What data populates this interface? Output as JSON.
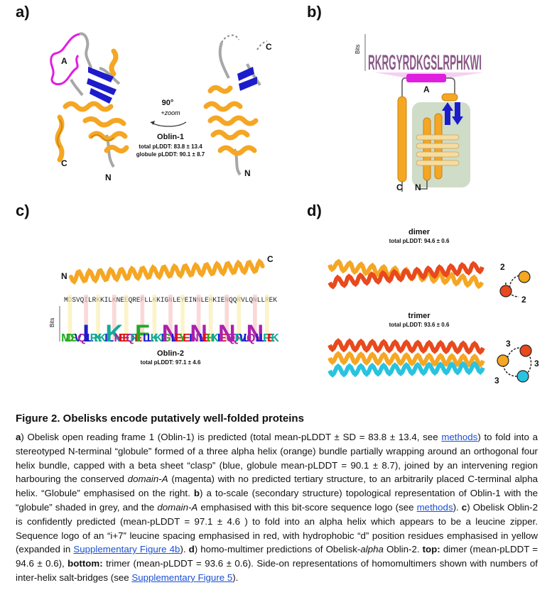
{
  "panels": {
    "a": {
      "letter": "a)",
      "protein_name": "Oblin-1",
      "total_plddt": "total pLDDT: 83.8 ± 13.4",
      "globule_plddt": "globule pLDDT: 90.1 ± 8.7",
      "rotation": "90°",
      "zoom": "+zoom",
      "label_A": "A",
      "label_C_left": "C",
      "label_N_left": "N",
      "label_C_right": "C",
      "label_N_right": "N"
    },
    "b": {
      "letter": "b)",
      "logo_text": "RKRGYRDKGSLRPHKWI",
      "bits_label": "Bits",
      "label_A": "A",
      "label_C": "C",
      "label_N": "N"
    },
    "c": {
      "letter": "c)",
      "protein_name": "Oblin-2",
      "total_plddt": "total pLDDT: 97.1 ± 4.6",
      "sequence": "MDSVQILRKKILKNEEQREFLLKKIGNLEYEINNLEHKIENQQRVLQNLLREK",
      "label_N": "N",
      "label_C": "C",
      "bits_label": "Bits"
    },
    "d": {
      "letter": "d)",
      "dimer_title": "dimer",
      "dimer_plddt": "total pLDDT: 94.6 ± 0.6",
      "dimer_bridges": [
        "2",
        "2"
      ],
      "trimer_title": "trimer",
      "trimer_plddt": "total pLDDT: 93.6 ± 0.6",
      "trimer_bridges": [
        "3",
        "3",
        "3"
      ]
    }
  },
  "colors": {
    "helix_orange": "#f5a623",
    "beta_blue": "#1c1ccc",
    "domain_magenta": "#e01ee0",
    "chain_red": "#e8491d",
    "chain_cyan": "#29c3e0",
    "globule_shade": "#cfdcc8",
    "link_blue": "#1a4fd6"
  },
  "caption": {
    "title": "Figure 2. Obelisks encode putatively well-folded proteins",
    "p1": ") Obelisk open reading frame 1 (Oblin-1) is predicted (total mean-pLDDT ± SD = 83.8 ± 13.4, see ",
    "link_methods": "methods",
    "p2": ") to fold into a stereotyped N-terminal “globule” formed of a three alpha helix (orange) bundle partially wrapping around an orthogonal four helix bundle, capped with a beta sheet “clasp” (blue, globule mean-pLDDT = 90.1 ± 8.7), joined by an intervening region harbouring the conserved ",
    "domain_a": "domain-A",
    "p3": " (magenta) with no predicted tertiary structure, to an arbitrarily placed C-terminal alpha helix. “Globule” emphasised on the right. ",
    "b_label": "b",
    "p4": ") a to-scale (secondary structure) topological representation of Oblin-1 with the “globule” shaded in grey, and the ",
    "domain_a2": "domain-A",
    "p5": " emphasised with this bit-score sequence logo (see ",
    "link_methods2": "methods",
    "p6": "). ",
    "c_label": "c",
    "p7": ") Obelisk Oblin-2 is confidently predicted (mean-pLDDT = 97.1 ± 4.6 ) to fold into an alpha helix which appears to be a leucine zipper. Sequence logo of an “i+7” leucine spacing emphasised in red, with hydrophobic “d” position residues emphasised in yellow (expanded in ",
    "link_supp4b": "Supplementary Figure 4b",
    "p8": "). ",
    "d_label": "d",
    "p9": ") homo-multimer predictions of Obelisk-",
    "alpha": "alpha",
    "p10": " Oblin-2. ",
    "top_label": "top:",
    "p11": " dimer (mean-pLDDT = 94.6 ± 0.6), ",
    "bottom_label": "bottom:",
    "p12": " trimer (mean-pLDDT = 93.6 ± 0.6). Side-on representations of homomultimers shown with numbers of inter-helix salt-bridges (see ",
    "link_supp5": "Supplementary Figure 5",
    "p13": ").",
    "a_label": "a"
  }
}
